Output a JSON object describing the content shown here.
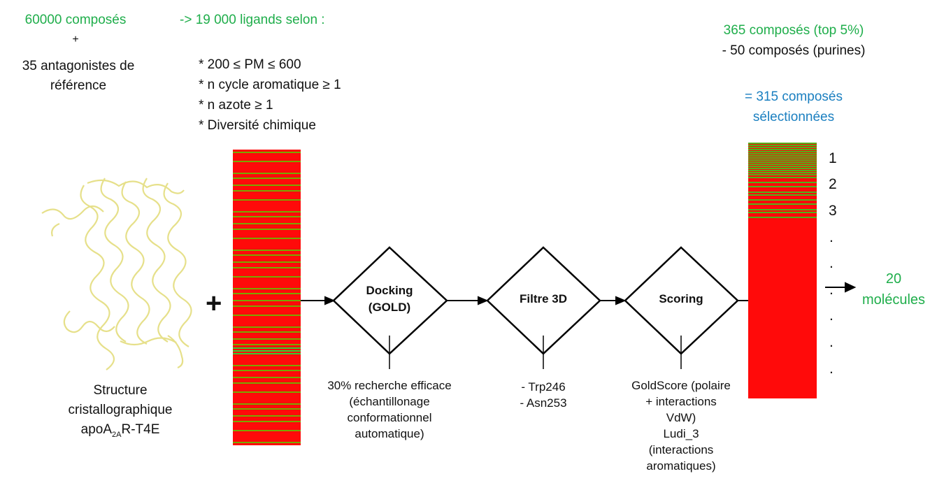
{
  "input": {
    "compounds": "60000 composés",
    "plus": "+",
    "reference_line1": "35 antagonistes de",
    "reference_line2": "référence"
  },
  "filter": {
    "title": "-> 19 000 ligands selon :",
    "criteria": [
      "* 200 ≤ PM ≤ 600",
      "* n cycle aromatique ≥ 1",
      "* n azote ≥ 1",
      "* Diversité chimique"
    ]
  },
  "structure": {
    "line1": "Structure",
    "line2": "cristallographique",
    "line3_prefix": "apoA",
    "line3_sub": "2A",
    "line3_suffix": "R-T4E"
  },
  "plus_sign": "+",
  "steps": {
    "docking": {
      "label_line1": "Docking",
      "label_line2": "(GOLD)",
      "notes": [
        "30% recherche efficace",
        "(échantillonage",
        "conformationnel",
        "automatique)"
      ]
    },
    "filter3d": {
      "label": "Filtre 3D",
      "notes": [
        "- Trp246",
        "- Asn253"
      ]
    },
    "scoring": {
      "label": "Scoring",
      "notes": [
        "GoldScore (polaire",
        "+ interactions",
        "VdW)",
        "Ludi_3",
        "(interactions",
        "aromatiques)"
      ]
    }
  },
  "output": {
    "top_line": "365 composés (top 5%)",
    "minus_line": "- 50 composés (purines)",
    "selected_line1": "= 315 composés",
    "selected_line2": "sélectionnées",
    "ranks": [
      "1",
      "2",
      "3"
    ],
    "dots": [
      ".",
      ".",
      ".",
      ".",
      ".",
      ".",
      "."
    ],
    "final_line1": "20",
    "final_line2": "molécules"
  },
  "colors": {
    "green_text": "#1fae4b",
    "blue_text": "#1a7fc0",
    "bar_red": "#ff0a0a",
    "stripe_green": "#78a800",
    "protein_yellow": "#e6e08a"
  }
}
